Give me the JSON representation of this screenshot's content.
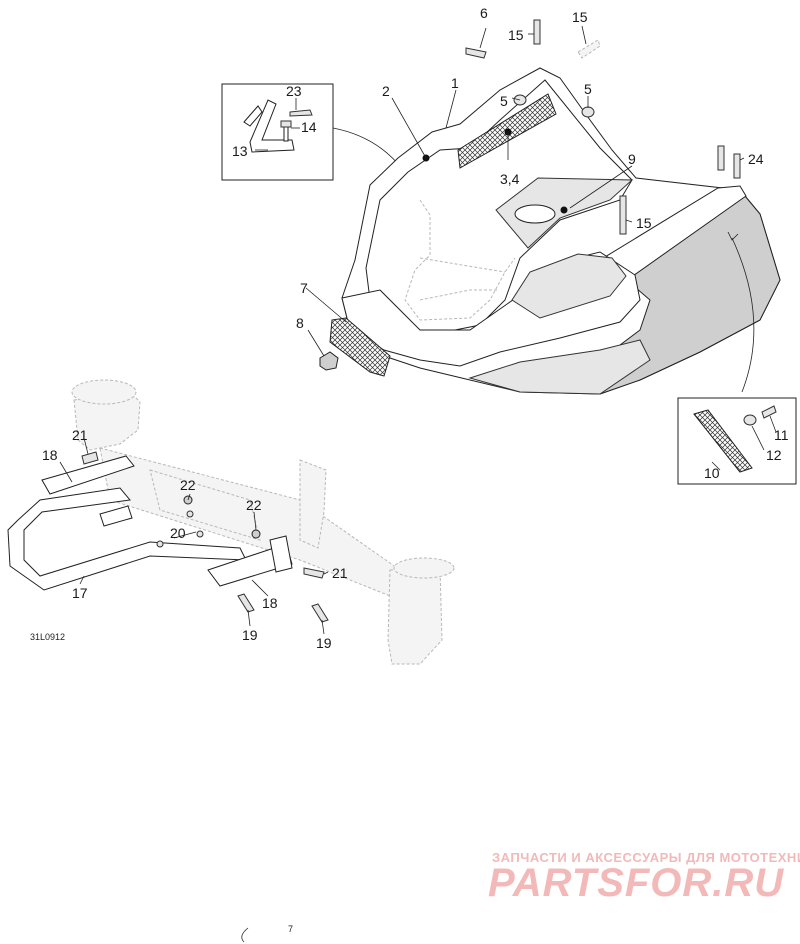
{
  "callouts": {
    "c1": "1",
    "c2": "2",
    "c3_4": "3,4",
    "c5a": "5",
    "c5b": "5",
    "c6": "6",
    "c7": "7",
    "c8": "8",
    "c9": "9",
    "c10": "10",
    "c11": "11",
    "c12": "12",
    "c13": "13",
    "c14": "14",
    "c15a": "15",
    "c15b": "15",
    "c15c": "15",
    "c17": "17",
    "c18a": "18",
    "c18b": "18",
    "c19a": "19",
    "c19b": "19",
    "c20": "20",
    "c21a": "21",
    "c21b": "21",
    "c22a": "22",
    "c22b": "22",
    "c23": "23",
    "c24": "24"
  },
  "drawing_code": "31L0912",
  "footer_mark": "7",
  "watermark": {
    "line1": "ЗАПЧАСТИ И АКСЕССУАРЫ ДЛЯ МОТОТЕХНИКИ",
    "line2": "PARTSFOR.RU",
    "color": "#f3b8b8"
  }
}
